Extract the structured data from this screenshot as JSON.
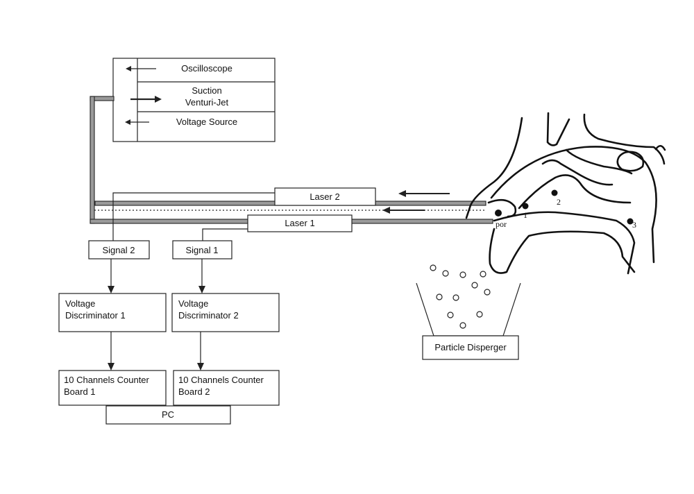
{
  "instruments": {
    "oscilloscope": "Oscilloscope",
    "suction_line1": "Suction",
    "suction_line2": "Venturi-Jet",
    "voltage_source": "Voltage Source"
  },
  "lasers": {
    "laser2": "Laser 2",
    "laser1": "Laser 1"
  },
  "signals": {
    "signal2": "Signal 2",
    "signal1": "Signal 1"
  },
  "discriminators": {
    "d1_line1": "Voltage",
    "d1_line2": "Discriminator 1",
    "d2_line1": "Voltage",
    "d2_line2": "Discriminator 2"
  },
  "counters": {
    "c1_line1": "10 Channels Counter",
    "c1_line2": "Board 1",
    "c2_line1": "10 Channels Counter",
    "c2_line2": "Board 2"
  },
  "pc": "PC",
  "disperser": "Particle Disperger",
  "anatomy": {
    "label_por": "por",
    "label_1": "1",
    "label_2": "2",
    "label_3": "3"
  }
}
